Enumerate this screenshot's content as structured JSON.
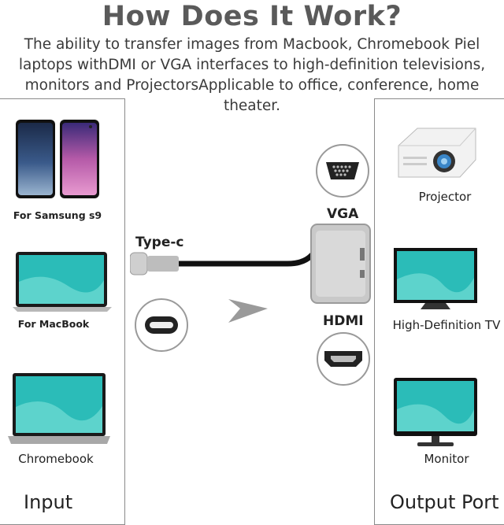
{
  "header": {
    "title": "How Does It Work?",
    "description": "The ability to transfer images from Macbook, Chromebook Piel laptops withDMI or VGA interfaces to high-definition televisions, monitors and ProjectorsApplicable to office, conference, home theater."
  },
  "input": {
    "section_label": "Input",
    "devices": [
      {
        "label": "For Samsung s9",
        "icon": "smartphone-icon"
      },
      {
        "label": "For MacBook",
        "icon": "laptop-icon"
      },
      {
        "label": "Chromebook",
        "icon": "laptop-icon"
      }
    ]
  },
  "adapter": {
    "typec_label": "Type-c",
    "vga_label": "VGA",
    "hdmi_label": "HDMI"
  },
  "output": {
    "section_label": "Output Port",
    "devices": [
      {
        "label": "Projector",
        "icon": "projector-icon"
      },
      {
        "label": "High-Definition TV",
        "icon": "tv-icon"
      },
      {
        "label": "Monitor",
        "icon": "monitor-icon"
      }
    ]
  },
  "colors": {
    "title": "#5a5a5a",
    "screen": "#2bbcb8",
    "frame": "#8a8a8a",
    "arrow": "#9a9a9a"
  }
}
